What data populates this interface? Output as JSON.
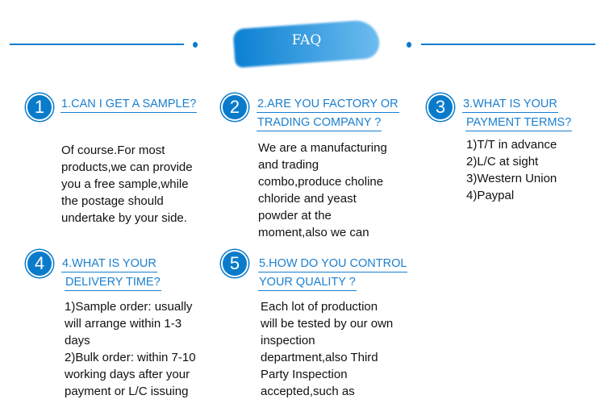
{
  "header": {
    "title": "FAQ"
  },
  "items": [
    {
      "number": "1",
      "title": [
        "1.CAN I GET A SAMPLE?"
      ],
      "body": [
        "Of course.For most",
        "products,we can provide",
        "you a free sample,while",
        "the postage should",
        "undertake by your side."
      ]
    },
    {
      "number": "2",
      "title": [
        "2.ARE YOU FACTORY OR",
        "TRADING COMPANY ?"
      ],
      "body": [
        "We are a manufacturing",
        "and trading",
        "combo,produce choline",
        "chloride and yeast",
        "powder at the",
        "moment,also we can"
      ]
    },
    {
      "number": "3",
      "title": [
        "3.WHAT IS YOUR",
        "PAYMENT TERMS?"
      ],
      "body": [
        "1)T/T in advance",
        "2)L/C at sight",
        "3)Western Union",
        "4)Paypal"
      ]
    },
    {
      "number": "4",
      "title": [
        "4.WHAT IS YOUR",
        "DELIVERY TIME?"
      ],
      "body": [
        "1)Sample order: usually",
        "will arrange within 1-3",
        "days",
        "2)Bulk order: within 7-10",
        "working days after your",
        "payment or L/C issuing"
      ]
    },
    {
      "number": "5",
      "title": [
        "5.HOW DO YOU CONTROL",
        "YOUR QUALITY ?"
      ],
      "body": [
        "Each lot of production",
        "will be tested by our own",
        "inspection",
        "department,also Third",
        "Party Inspection",
        "accepted,such as"
      ]
    }
  ]
}
